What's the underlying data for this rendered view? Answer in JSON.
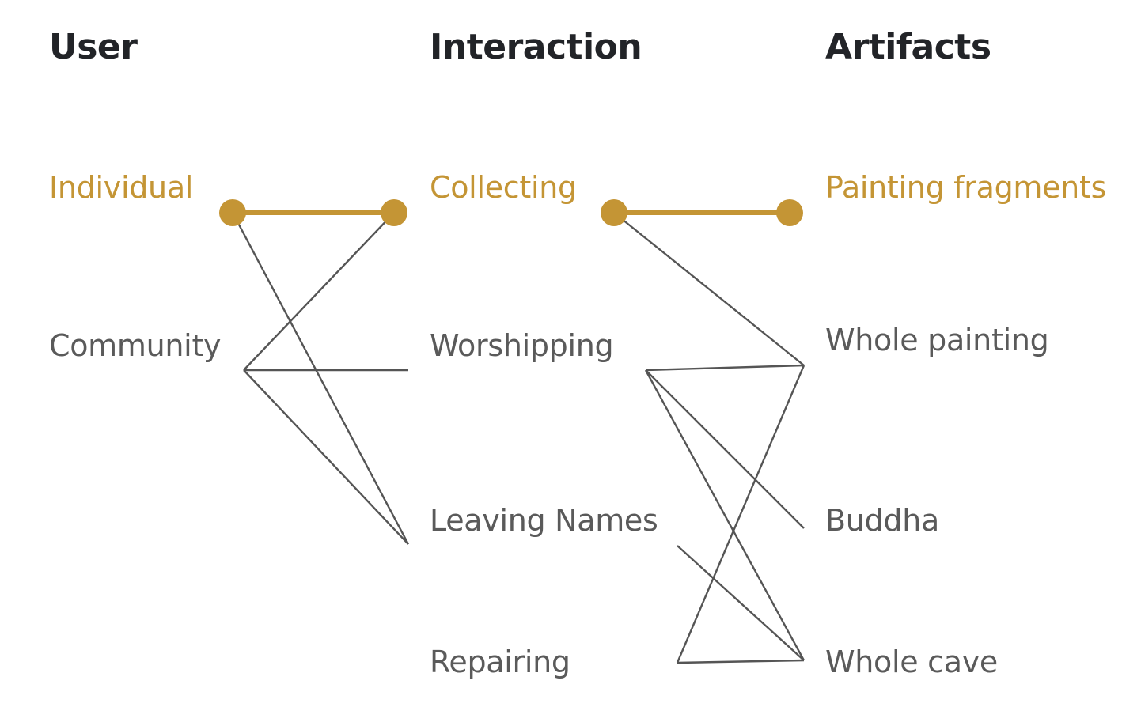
{
  "colors": {
    "header": "#222428",
    "label": "#5a5a5a",
    "highlight": "#c49535",
    "link": "#555555"
  },
  "columns": [
    {
      "header": "User",
      "nodes": [
        {
          "label": "Individual",
          "highlight": true
        },
        {
          "label": "Community",
          "highlight": false
        }
      ]
    },
    {
      "header": "Interaction",
      "nodes": [
        {
          "label": "Collecting",
          "highlight": true
        },
        {
          "label": "Worshipping",
          "highlight": false
        },
        {
          "label": "Leaving Names",
          "highlight": false
        },
        {
          "label": "Repairing",
          "highlight": false
        }
      ]
    },
    {
      "header": "Artifacts",
      "nodes": [
        {
          "label": "Painting fragments",
          "highlight": true
        },
        {
          "label": "Whole painting",
          "highlight": false
        },
        {
          "label": "Buddha",
          "highlight": false
        },
        {
          "label": "Whole cave",
          "highlight": false
        }
      ]
    }
  ],
  "links": [
    {
      "from": "Individual",
      "to": "Collecting",
      "highlight": true
    },
    {
      "from": "Individual",
      "to": "Leaving Names",
      "highlight": false
    },
    {
      "from": "Community",
      "to": "Collecting",
      "highlight": false
    },
    {
      "from": "Community",
      "to": "Worshipping",
      "highlight": false
    },
    {
      "from": "Community",
      "to": "Leaving Names",
      "highlight": false
    },
    {
      "from": "Collecting",
      "to": "Painting fragments",
      "highlight": true
    },
    {
      "from": "Collecting",
      "to": "Whole painting",
      "highlight": false
    },
    {
      "from": "Worshipping",
      "to": "Whole painting",
      "highlight": false
    },
    {
      "from": "Worshipping",
      "to": "Buddha",
      "highlight": false
    },
    {
      "from": "Worshipping",
      "to": "Whole cave",
      "highlight": false
    },
    {
      "from": "Leaving Names",
      "to": "Whole cave",
      "highlight": false
    },
    {
      "from": "Repairing",
      "to": "Whole painting",
      "highlight": false
    },
    {
      "from": "Repairing",
      "to": "Whole cave",
      "highlight": false
    }
  ]
}
